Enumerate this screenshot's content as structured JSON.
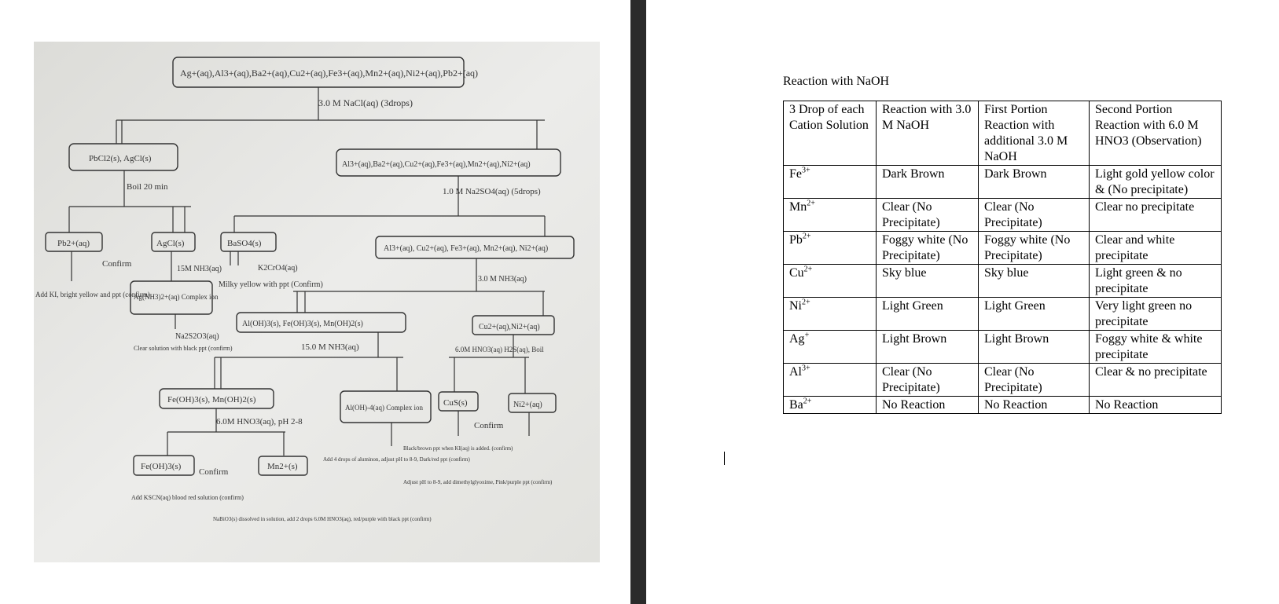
{
  "document": {
    "title": "Reaction with NaOH",
    "table": {
      "header": [
        "3 Drop of each Cation Solution",
        "Reaction with 3.0 M NaOH",
        "First Portion Reaction with additional 3.0 M NaOH",
        "Second Portion Reaction with 6.0 M HNO3 (Observation)"
      ],
      "rows": [
        {
          "ion": "Fe",
          "charge": "3+",
          "c1": "Dark Brown",
          "c2": "Dark Brown",
          "c3": "Light gold yellow color & (No precipitate)"
        },
        {
          "ion": "Mn",
          "charge": "2+",
          "c1": "Clear (No Precipitate)",
          "c2": "Clear (No Precipitate)",
          "c3": "Clear no precipitate"
        },
        {
          "ion": "Pb",
          "charge": "2+",
          "c1": "Foggy white (No Precipitate)",
          "c2": "Foggy white (No Precipitate)",
          "c3": "Clear and white precipitate"
        },
        {
          "ion": "Cu",
          "charge": "2+",
          "c1": "Sky blue",
          "c2": "Sky blue",
          "c3": "Light green & no precipitate"
        },
        {
          "ion": "Ni",
          "charge": "2+",
          "c1": "Light Green",
          "c2": "Light Green",
          "c3": "Very light green no precipitate"
        },
        {
          "ion": "Ag",
          "charge": "+",
          "c1": "Light Brown",
          "c2": "Light Brown",
          "c3": "Foggy white & white precipitate"
        },
        {
          "ion": "Al",
          "charge": "3+",
          "c1": "Clear (No Precipitate)",
          "c2": "Clear (No Precipitate)",
          "c3": "Clear & no precipitate"
        },
        {
          "ion": "Ba",
          "charge": "2+",
          "c1": "No Reaction",
          "c2": "No Reaction",
          "c3": "No Reaction"
        }
      ]
    }
  },
  "flowchart": {
    "top": "Ag+(aq),Al3+(aq),Ba2+(aq),Cu2+(aq),Fe3+(aq),Mn2+(aq),Ni2+(aq),Pb2+(aq)",
    "step1": "3.0 M NaCl(aq) (3drops)",
    "ppt1": "PbCl2(s), AgCl(s)",
    "sol1": "Al3+(aq),Ba2+(aq),Cu2+(aq),Fe3+(aq),Mn2+(aq),Ni2+(aq)",
    "boil": "Boil 20 min",
    "step2": "1.0 M Na2SO4(aq) (5drops)",
    "pb": "Pb2+(aq)",
    "agcl": "AgCl(s)",
    "baso4": "BaSO4(s)",
    "sol2": "Al3+(aq), Cu2+(aq), Fe3+(aq), Mn2+(aq), Ni2+(aq)",
    "confirm": "Confirm",
    "nh3_15m": "15M NH3(aq)",
    "k2cro4": "K2CrO4(aq)",
    "milky": "Milky yellow with ppt (Confirm)",
    "nh3_3m": "3.0 M NH3(aq)",
    "add_ki": "Add KI, bright yellow and ppt (confirm)",
    "ag_complex": "Ag(NH3)2+(aq) Complex ion",
    "hydroxides": "Al(OH)3(s), Fe(OH)3(s), Mn(OH)2(s)",
    "cu_ni": "Cu2+(aq),Ni2+(aq)",
    "na2s2o3": "Na2S2O3(aq)",
    "nh3_15": "15.0 M NH3(aq)",
    "hno3_h2s": "6.0M HNO3(aq) H2S(aq), Boil",
    "clear_black": "Clear solution with black ppt (confirm)",
    "fe_mn": "Fe(OH)3(s), Mn(OH)2(s)",
    "al_complex": "Al(OH)-4(aq) Complex ion",
    "cus": "CuS(s)",
    "ni": "Ni2+(aq)",
    "hno3_ph": "6.0M HNO3(aq), pH 2-8",
    "confirm2": "Confirm",
    "feoh3": "Fe(OH)3(s)",
    "mn": "Mn2+(s)",
    "confirm3": "Confirm",
    "aluminon": "Add 4 drops of aluminon, adjust pH to 8-9, Dark/red ppt (confirm)",
    "black_brown": "Black/brown ppt when KI(aq) is added. (confirm)",
    "dmg": "Adjust pH to 8-9, add dimethylglyoxime, Pink/purple ppt (confirm)",
    "kscn": "Add KSCN(aq) blood red solution (confirm)",
    "nabio3": "NaBiO3(s) dissolved in solution, add 2 drops 6.0M HNO3(aq), red/purple with black ppt (confirm)"
  }
}
